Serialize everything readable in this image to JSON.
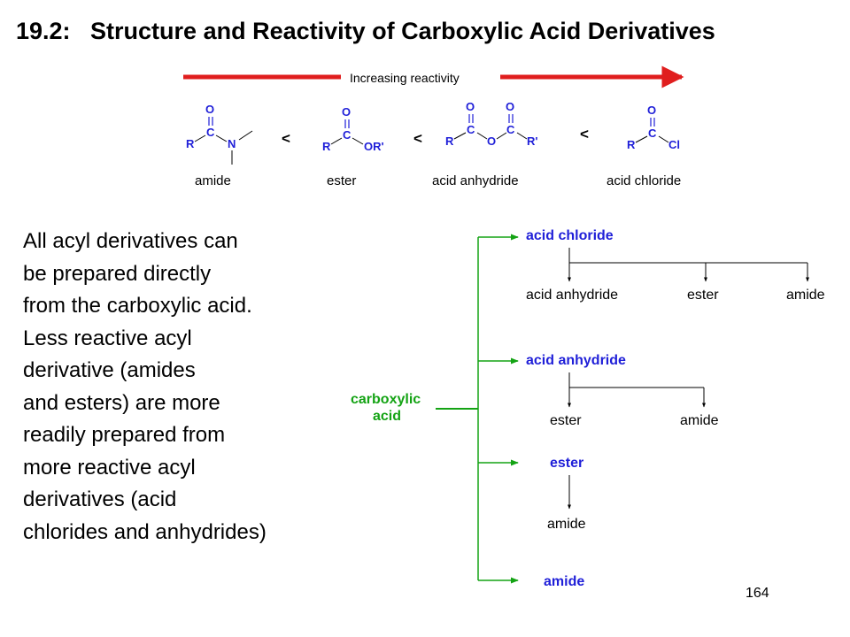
{
  "title": "19.2:   Structure and Reactivity of Carboxylic Acid Derivatives",
  "reactivity": {
    "arrow_label": "Increasing reactivity",
    "arrow_color": "#e01e1e",
    "less_than": "<",
    "compounds": [
      {
        "name": "amide",
        "R": "R",
        "C": "C",
        "O": "O",
        "X": "N"
      },
      {
        "name": "ester",
        "R": "R",
        "C": "C",
        "O": "O",
        "X": "OR'"
      },
      {
        "name": "acid anhydride",
        "R": "R",
        "C1": "C",
        "O1": "O",
        "Obridge": "O",
        "C2": "C",
        "O2": "O",
        "R2": "R'"
      },
      {
        "name": "acid chloride",
        "R": "R",
        "C": "C",
        "O": "O",
        "X": "Cl"
      }
    ],
    "atom_color": "#1f1fd8"
  },
  "text_lines": [
    "All acyl derivatives can",
    "be prepared directly",
    "from the carboxylic acid.",
    "Less reactive acyl",
    "derivative (amides",
    "and esters) are more",
    "readily prepared from",
    "more reactive acyl",
    "derivatives (acid",
    "chlorides and anhydrides)"
  ],
  "flowchart": {
    "source": {
      "line1": "carboxylic",
      "line2": "acid",
      "color": "#14a314"
    },
    "branches": [
      {
        "name": "acid chloride",
        "products": [
          "acid anhydride",
          "ester",
          "amide"
        ]
      },
      {
        "name": "acid anhydride",
        "products": [
          "ester",
          "amide"
        ]
      },
      {
        "name": "ester",
        "products": [
          "amide"
        ]
      },
      {
        "name": "amide",
        "products": []
      }
    ],
    "branch_color": "#1f1fd8"
  },
  "page_number": "164"
}
